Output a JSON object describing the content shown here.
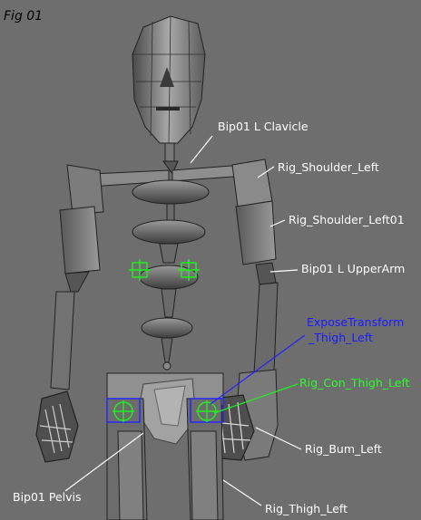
{
  "figure": {
    "title": "Fig 01"
  },
  "colors": {
    "background": "#6e6e6e",
    "label_white": "#ffffff",
    "label_blue": "#1a1aff",
    "label_green": "#2aff2a"
  },
  "labels": {
    "bip01_l_clavicle": "Bip01 L Clavicle",
    "rig_shoulder_left": "Rig_Shoulder_Left",
    "rig_shoulder_left01": "Rig_Shoulder_Left01",
    "bip01_l_upperarm": "Bip01 L UpperArm",
    "expose_transform_line1": "ExposeTransform",
    "expose_transform_line2": "_Thigh_Left",
    "rig_con_thigh_left": "Rig_Con_Thigh_Left",
    "rig_bum_left": "Rig_Bum_Left",
    "bip01_pelvis": "Bip01 Pelvis",
    "rig_thigh_left": "Rig_Thigh_Left"
  }
}
